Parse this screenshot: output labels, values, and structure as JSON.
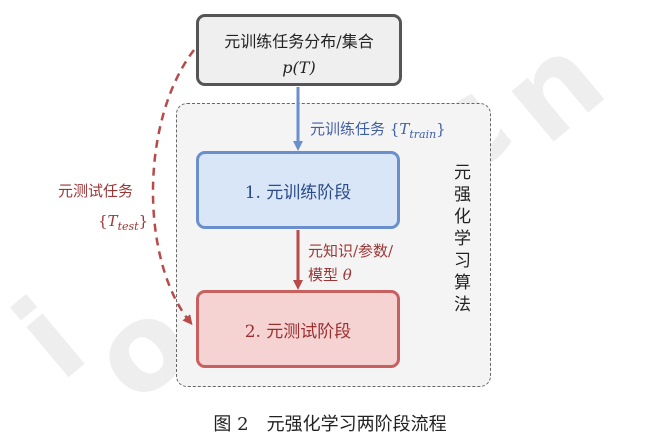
{
  "watermark": "ios.cn",
  "distribution": {
    "title": "元训练任务分布/集合",
    "formula": "p(T)"
  },
  "train_edge": {
    "text": "元训练任务 {",
    "symbol": "T",
    "subscript": "train",
    "close": "}"
  },
  "test_edge": {
    "line1": "元测试任务",
    "open": "{",
    "symbol": "T",
    "subscript": "test",
    "close": "}"
  },
  "knowledge_edge": {
    "line1": "元知识/参数/",
    "line2_prefix": "模型 ",
    "symbol": "θ"
  },
  "stages": {
    "train": "1. 元训练阶段",
    "test": "2. 元测试阶段"
  },
  "algorithm_label": "元强化学习算法",
  "caption": {
    "number": "图 2",
    "title": "元强化学习两阶段流程"
  }
}
